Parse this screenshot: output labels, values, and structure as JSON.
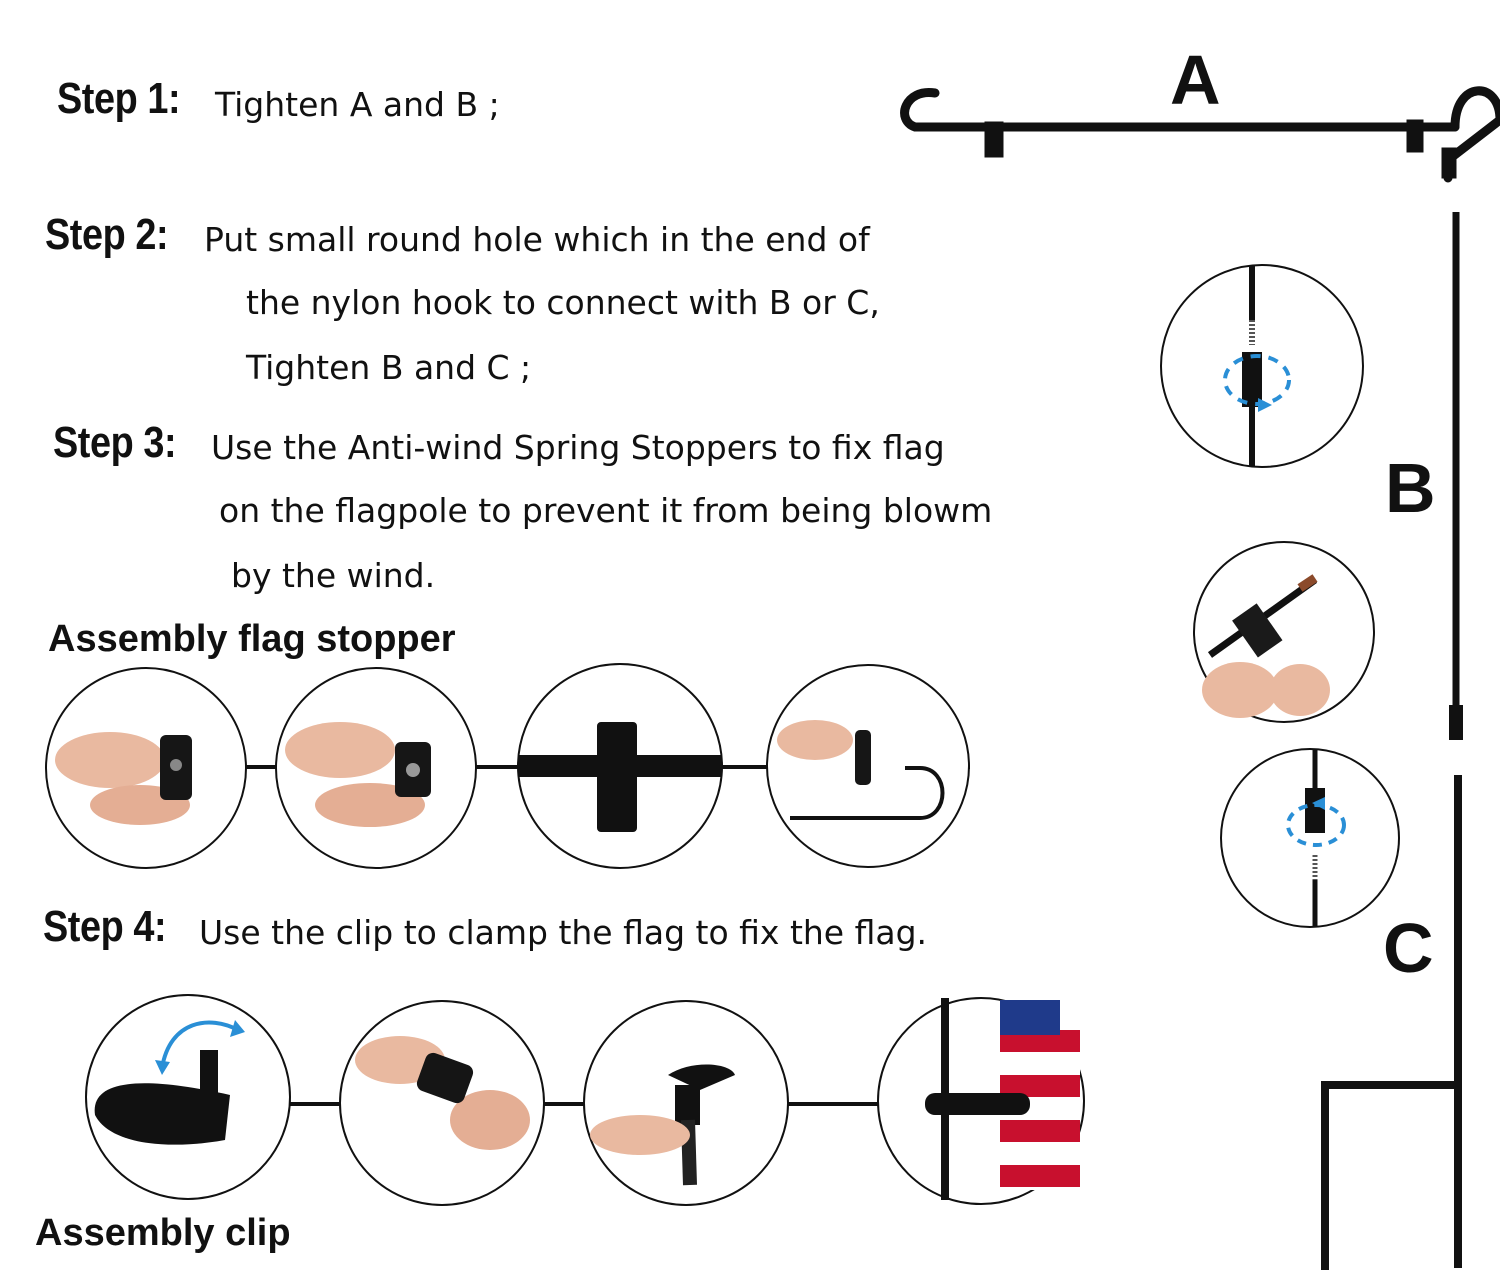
{
  "steps": [
    {
      "label": "Step 1:",
      "lines": [
        "Tighten A and B ;"
      ]
    },
    {
      "label": "Step 2:",
      "lines": [
        "Put small round hole which in the end of",
        "the nylon hook to connect with B or C,",
        "Tighten B and C ;"
      ]
    },
    {
      "label": "Step 3:",
      "lines": [
        "Use the Anti-wind Spring Stoppers to fix flag",
        "on the flagpole to prevent it from being blowm",
        "by the wind."
      ]
    },
    {
      "label": "Step 4:",
      "lines": [
        "Use the clip to clamp the flag to fix the flag."
      ]
    }
  ],
  "headings": {
    "stopper": "Assembly flag stopper",
    "clip": "Assembly clip"
  },
  "parts": {
    "a": "A",
    "b": "B",
    "c": "C"
  },
  "colors": {
    "pole": "#111111",
    "accent_arrow": "#2a8fd6",
    "skin": "#e9b9a0",
    "flag_red": "#c8102e",
    "flag_blue": "#1f3a8a"
  }
}
